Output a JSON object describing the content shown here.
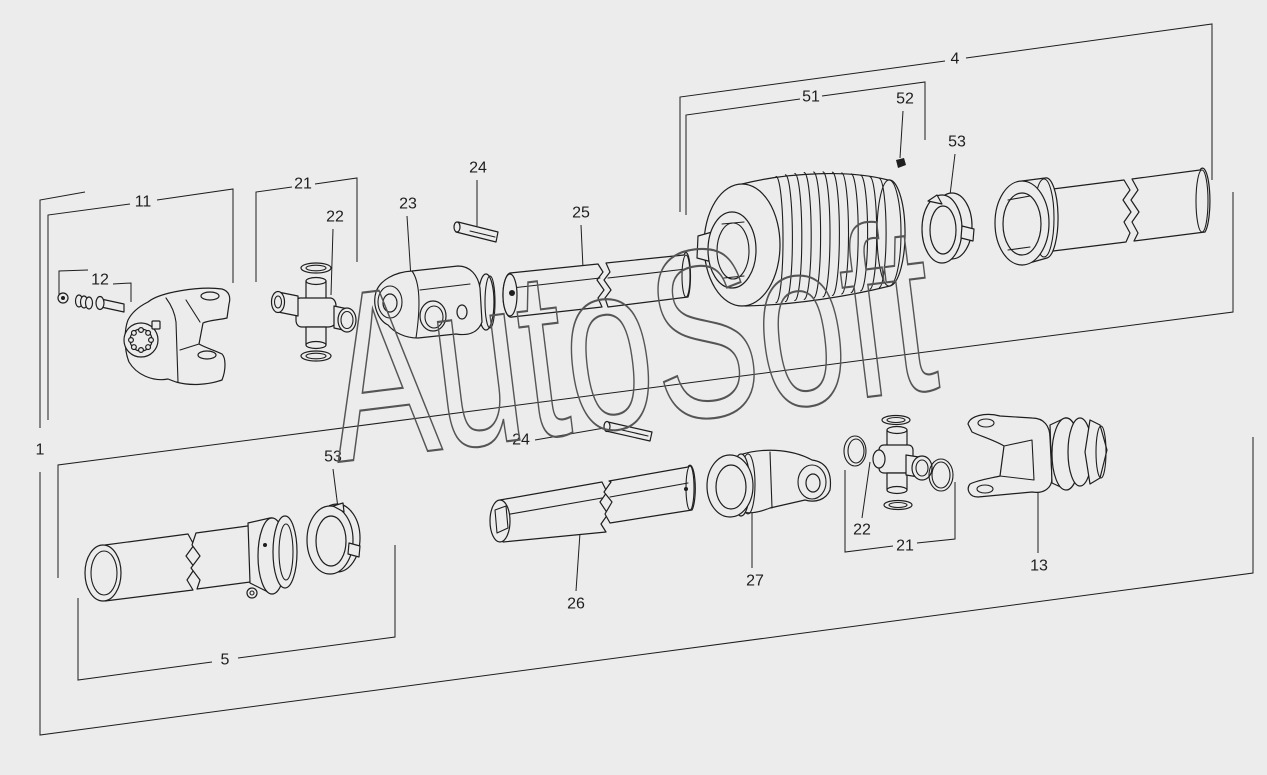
{
  "colors": {
    "background": "#ececec",
    "ink": "#1e1e1e",
    "watermark": "#555555"
  },
  "watermark": "AutoSoft",
  "labels": [
    "4",
    "51",
    "52",
    "53",
    "11",
    "12",
    "21",
    "22",
    "23",
    "24",
    "25",
    "1",
    "53",
    "24",
    "5",
    "26",
    "27",
    "22",
    "21",
    "13"
  ]
}
